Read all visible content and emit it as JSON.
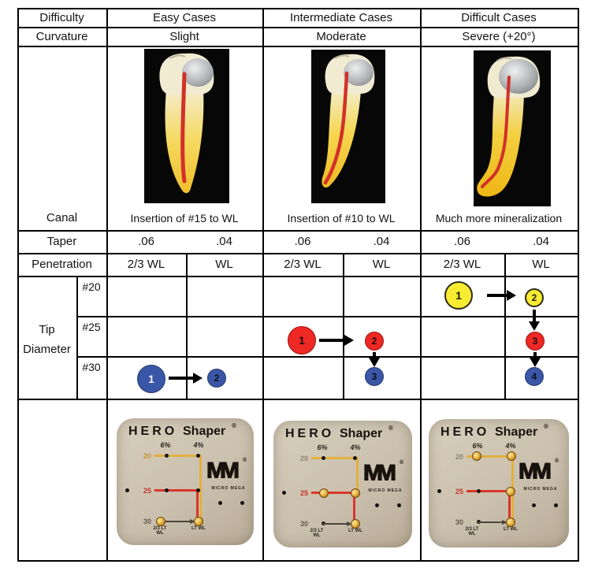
{
  "table": {
    "row_labels": {
      "difficulty": "Difficulty",
      "curvature": "Curvature",
      "canal": "Canal",
      "taper": "Taper",
      "penetration": "Penetration",
      "tip_line1": "Tip",
      "tip_line2": "Diameter"
    },
    "tip_sizes": [
      "#20",
      "#25",
      "#30"
    ],
    "cases": [
      {
        "name": "Easy Cases",
        "curvature": "Slight",
        "canal": "Insertion of #15 to WL",
        "taper": [
          ".06",
          ".04"
        ],
        "penetration": [
          "2/3 WL",
          "WL"
        ]
      },
      {
        "name": "Intermediate Cases",
        "curvature": "Moderate",
        "canal": "Insertion of #10 to WL",
        "taper": [
          ".06",
          ".04"
        ],
        "penetration": [
          "2/3 WL",
          "WL"
        ]
      },
      {
        "name": "Difficult Cases",
        "curvature": "Severe (+20°)",
        "canal": "Much more mineralization",
        "taper": [
          ".06",
          ".04"
        ],
        "penetration": [
          "2/3 WL",
          "WL"
        ]
      }
    ],
    "sequences": {
      "easy": {
        "steps": [
          {
            "label": "1",
            "color": "blue"
          },
          {
            "label": "2",
            "color": "blue"
          }
        ]
      },
      "intermediate": {
        "steps": [
          {
            "label": "1",
            "color": "red"
          },
          {
            "label": "2",
            "color": "red"
          },
          {
            "label": "3",
            "color": "blue"
          }
        ]
      },
      "difficult": {
        "steps": [
          {
            "label": "1",
            "color": "yellow"
          },
          {
            "label": "2",
            "color": "yellow"
          },
          {
            "label": "3",
            "color": "red"
          },
          {
            "label": "4",
            "color": "blue"
          }
        ]
      }
    },
    "marker_colors": {
      "blue": "#3a57a7",
      "red": "#ee2824",
      "yellow": "#f8ec33"
    }
  },
  "ruler_card": {
    "brand": "HERO",
    "product": "Shaper",
    "registered": "®",
    "col_labels": [
      "6%",
      "4%"
    ],
    "row_labels": [
      "20",
      "25",
      "30"
    ],
    "bottom_labels": [
      "2/3 LT WL",
      "LT WL"
    ],
    "logo": "MM",
    "logo_sub": "MICRO MEGA"
  }
}
